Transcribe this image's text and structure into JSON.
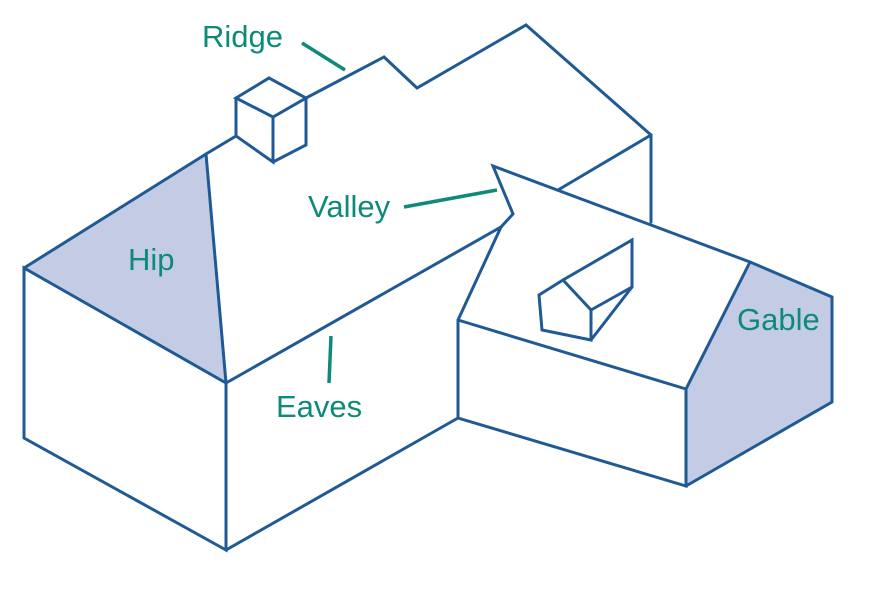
{
  "colors": {
    "line": "#1f5a94",
    "label": "#0e8a78",
    "shade": "#c3cce4",
    "background": "#ffffff"
  },
  "labels": {
    "ridge": "Ridge",
    "valley": "Valley",
    "hip": "Hip",
    "eaves": "Eaves",
    "gable": "Gable"
  }
}
